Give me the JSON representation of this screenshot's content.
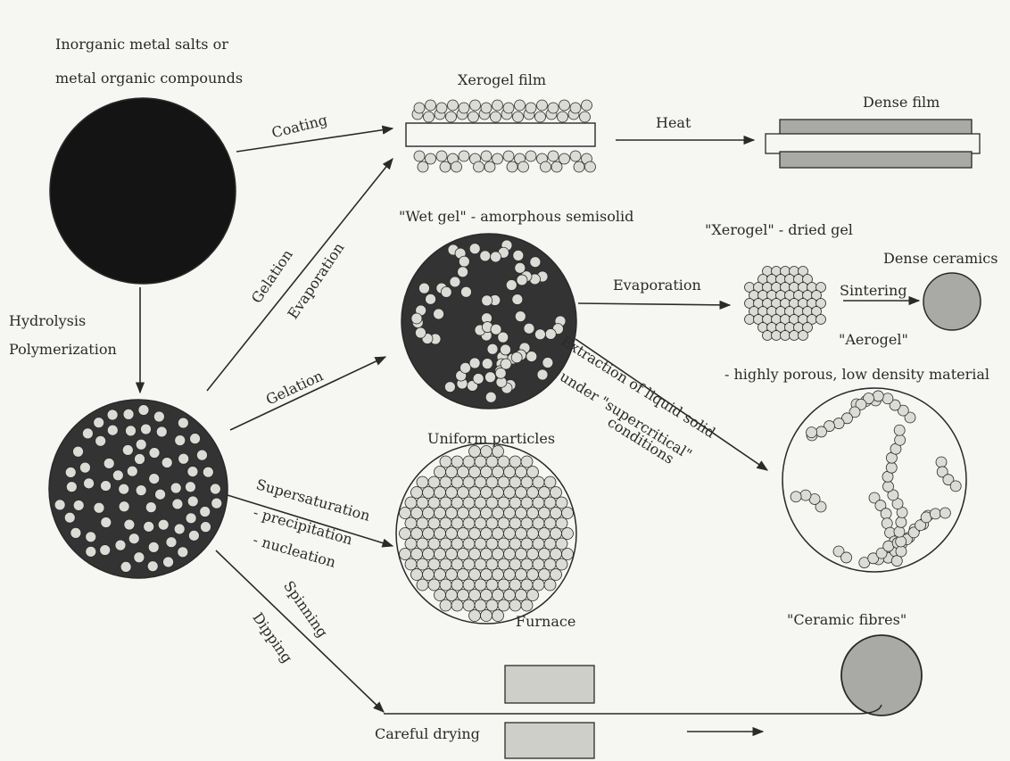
{
  "labels": {
    "source": [
      "Inorganic metal salts or",
      "metal organic compounds"
    ],
    "xerogel_film": "Xerogel film",
    "dense_film": "Dense film",
    "coating": "Coating",
    "heat": "Heat",
    "wet_gel": "\"Wet gel\" - amorphous semisolid",
    "xerogel_dried": "\"Xerogel\" - dried gel",
    "dense_ceramics": "Dense ceramics",
    "gelation_upper": "Gelation",
    "evaporation_diag": "Evaporation",
    "evaporation": "Evaporation",
    "sintering": "Sintering",
    "aerogel": "\"Aerogel\"",
    "hydrolysis": [
      "Hydrolysis",
      "Polymerization"
    ],
    "gelation_lower": "Gelation",
    "aerogel_desc": "- highly porous, low density material",
    "extraction": [
      "Extraction of liquid solid",
      "under \"supercritical\"",
      "conditions"
    ],
    "uniform_particles": "Uniform particles",
    "supersaturation": "Supersaturation",
    "precipitation": "- precipitation",
    "nucleation": "- nucleation",
    "spinning": "Spinning",
    "dipping": "Dipping",
    "furnace": "Furnace",
    "ceramic_fibres": "\"Ceramic fibres\"",
    "careful_drying": "Careful drying"
  },
  "colors": {
    "ink": "#2a2a2a",
    "solid_fill": "#141414",
    "gel_fill": "#333333",
    "particle_fill": "#dcdcd6",
    "grey_fill": "#a9a9a5",
    "light_grey": "#cfcfca"
  }
}
